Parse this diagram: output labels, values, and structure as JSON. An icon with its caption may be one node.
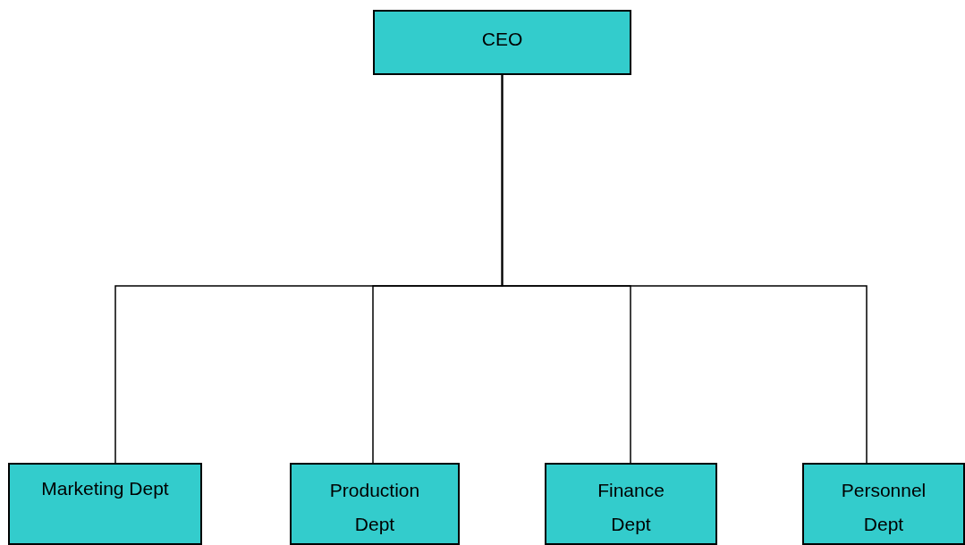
{
  "diagram": {
    "nodes": [
      {
        "text": [
          "CEO"
        ]
      },
      {
        "text": [
          "Marketing Dept"
        ]
      },
      {
        "text": [
          "Production Dept"
        ]
      },
      {
        "text": [
          "Finance Dept"
        ]
      },
      {
        "text": [
          "Personnel Dept"
        ]
      }
    ],
    "edges": [
      {
        "from": 0,
        "to": 1,
        "arrow": "none"
      },
      {
        "from": 0,
        "to": 2,
        "arrow": "none"
      },
      {
        "from": 0,
        "to": 3,
        "arrow": "none"
      },
      {
        "from": 0,
        "to": 4,
        "arrow": "none"
      }
    ]
  }
}
